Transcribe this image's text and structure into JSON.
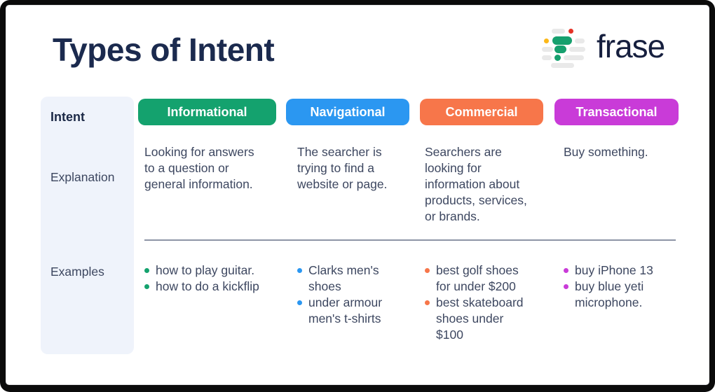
{
  "header": {
    "title": "Types of Intent",
    "logo_text": "frase"
  },
  "logo_colors": {
    "gray": "#e9e9e9",
    "green": "#16a06e",
    "red": "#e53226",
    "yellow": "#fcb818"
  },
  "theme": {
    "frame": "#0b0b0b",
    "card": "#ffffff",
    "label_panel": "#eff3fb",
    "divider": "#8d94a6",
    "title_color": "#1b2a4e",
    "text_color": "#3d4760"
  },
  "table": {
    "row_labels": {
      "intent": "Intent",
      "explanation": "Explanation",
      "examples": "Examples"
    },
    "columns": [
      {
        "label": "Informational",
        "color": "#14a26e",
        "explanation": "Looking for answers\nto a question or\ngeneral information.",
        "examples": [
          "how to play guitar.",
          "how to do a kickflip"
        ]
      },
      {
        "label": "Navigational",
        "color": "#2b97f1",
        "explanation": "The searcher is\ntrying to find a\nwebsite or page.",
        "examples": [
          "Clarks men's\nshoes",
          "under armour\nmen's t-shirts"
        ]
      },
      {
        "label": "Commercial",
        "color": "#f7764a",
        "explanation": "Searchers are\nlooking for\ninformation about\nproducts, services,\nor brands.",
        "examples": [
          "best golf shoes\nfor under $200",
          "best skateboard\nshoes under\n$100"
        ]
      },
      {
        "label": "Transactional",
        "color": "#c93bd8",
        "explanation": "Buy something.",
        "examples": [
          "buy iPhone 13",
          "buy blue yeti\nmicrophone."
        ]
      }
    ]
  }
}
